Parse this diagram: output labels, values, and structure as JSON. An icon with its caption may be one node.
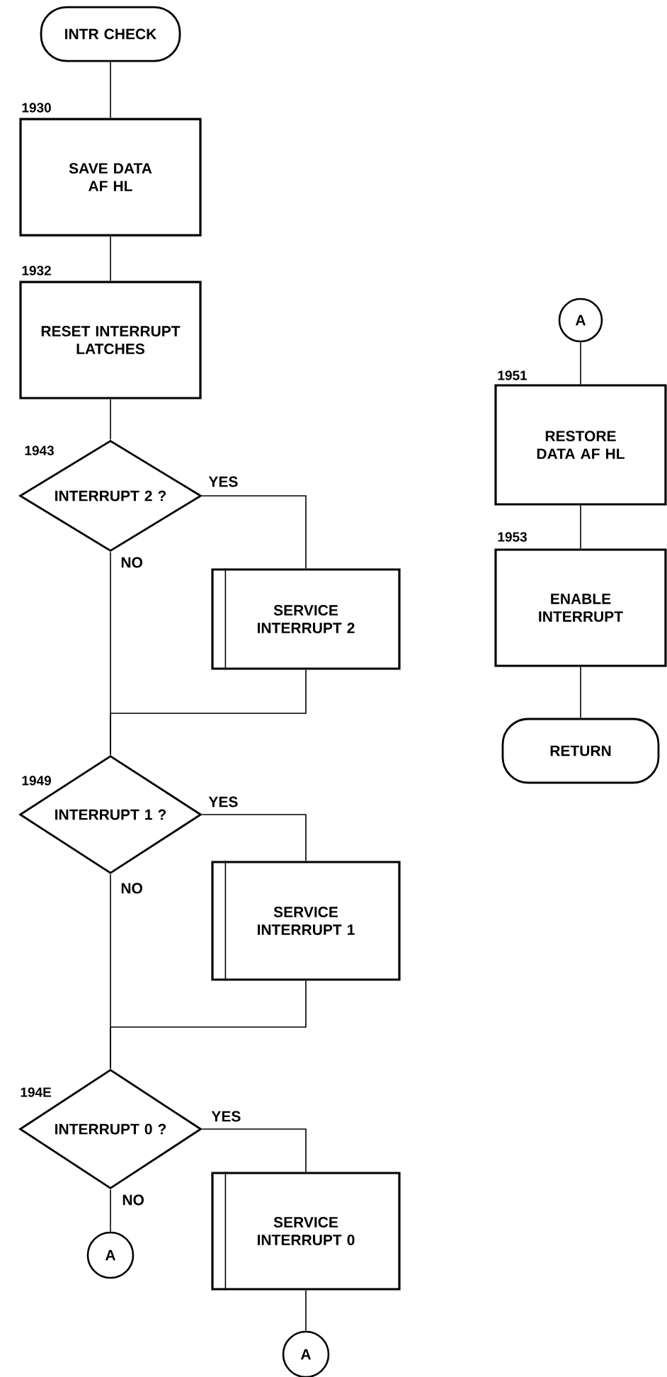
{
  "diagram": {
    "nodes": [
      {
        "text": [
          "INTR CHECK"
        ]
      },
      {
        "text": [
          "SAVE DATA AF HL"
        ],
        "beside": [
          "1930"
        ]
      },
      {
        "text": [
          "RESET INTERRUPT LATCHES"
        ],
        "beside": [
          "1932"
        ]
      },
      {
        "text": [
          "INTERRUPT 2 ?"
        ],
        "beside": [
          "1943"
        ]
      },
      {
        "text": [
          "SERVICE INTERRUPT 2"
        ]
      },
      {
        "text": [
          "INTERRUPT 1 ?"
        ],
        "beside": [
          "1949"
        ]
      },
      {
        "text": [
          "SERVICE INTERRUPT 1"
        ]
      },
      {
        "text": [
          "INTERRUPT 0 ?"
        ],
        "beside": [
          "194E"
        ]
      },
      {
        "text": [
          "SERVICE INTERRUPT 0"
        ]
      },
      {
        "text": [
          "A"
        ]
      },
      {
        "text": [
          "A"
        ]
      },
      {
        "text": [
          "A"
        ]
      },
      {
        "text": [
          "RESTORE DATA AF HL"
        ],
        "beside": [
          "1951"
        ]
      },
      {
        "text": [
          "ENABLE INTERRUPT"
        ],
        "beside": [
          "1953"
        ]
      },
      {
        "text": [
          "RETURN"
        ]
      }
    ],
    "edges": [
      {
        "from": 0,
        "to": 1,
        "arrow": "none"
      },
      {
        "from": 1,
        "to": 2,
        "arrow": "none"
      },
      {
        "from": 2,
        "to": 3,
        "arrow": "none"
      },
      {
        "from": 3,
        "to": 4,
        "arrow": "none",
        "label": "YES"
      },
      {
        "from": 3,
        "to": 5,
        "arrow": "none",
        "label": "NO"
      },
      {
        "from": 4,
        "to": 5,
        "arrow": "none"
      },
      {
        "from": 5,
        "to": 6,
        "arrow": "none",
        "label": "YES"
      },
      {
        "from": 5,
        "to": 7,
        "arrow": "none",
        "label": "NO"
      },
      {
        "from": 6,
        "to": 7,
        "arrow": "none"
      },
      {
        "from": 7,
        "to": 8,
        "arrow": "none",
        "label": "YES"
      },
      {
        "from": 7,
        "to": 9,
        "arrow": "none",
        "label": "NO"
      },
      {
        "from": 8,
        "to": 10,
        "arrow": "none"
      },
      {
        "from": 11,
        "to": 12,
        "arrow": "none"
      },
      {
        "from": 12,
        "to": 13,
        "arrow": "none"
      },
      {
        "from": 13,
        "to": 14,
        "arrow": "none"
      }
    ]
  }
}
